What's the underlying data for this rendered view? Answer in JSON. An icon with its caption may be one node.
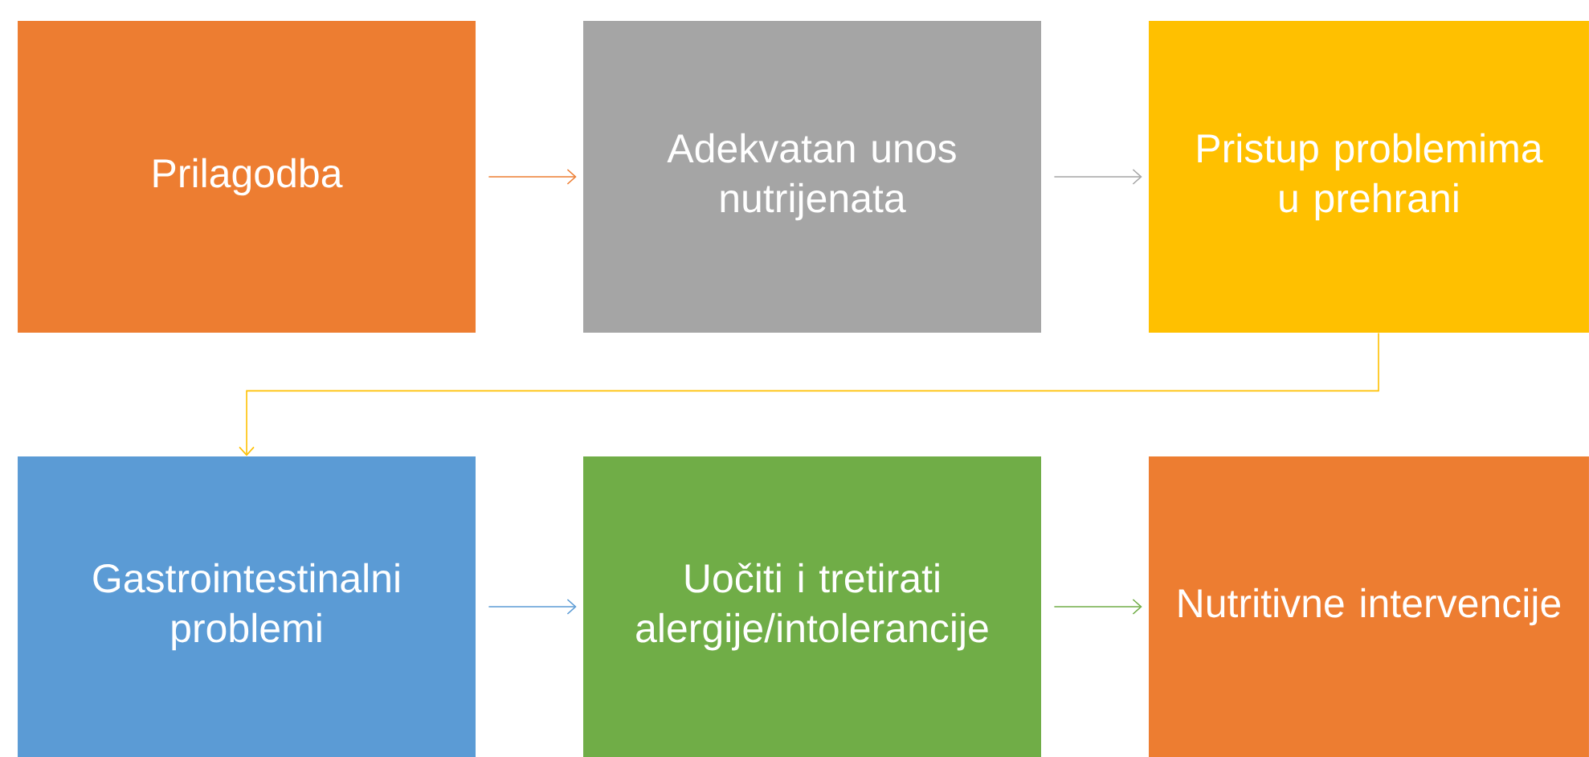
{
  "diagram": {
    "nodes": [
      {
        "text": [
          "Prilagodba"
        ]
      },
      {
        "text": [
          "Adekvatan unos nutrijenata"
        ]
      },
      {
        "text": [
          "Pristup problemima u prehrani"
        ]
      },
      {
        "text": [
          "Gastrointestinalni problemi"
        ]
      },
      {
        "text": [
          "Uočiti i tretirati alergije/intolerancije"
        ]
      },
      {
        "text": [
          "Nutritivne intervencije"
        ]
      }
    ],
    "edges": [
      {
        "from": 0,
        "to": 1,
        "arrow": "to",
        "color": "#ed7d31"
      },
      {
        "from": 1,
        "to": 2,
        "arrow": "to",
        "color": "#a5a5a5"
      },
      {
        "from": 2,
        "to": 3,
        "arrow": "to",
        "color": "#ffc000"
      },
      {
        "from": 3,
        "to": 4,
        "arrow": "to",
        "color": "#5b9bd5"
      },
      {
        "from": 4,
        "to": 5,
        "arrow": "to",
        "color": "#70ad47"
      }
    ]
  }
}
